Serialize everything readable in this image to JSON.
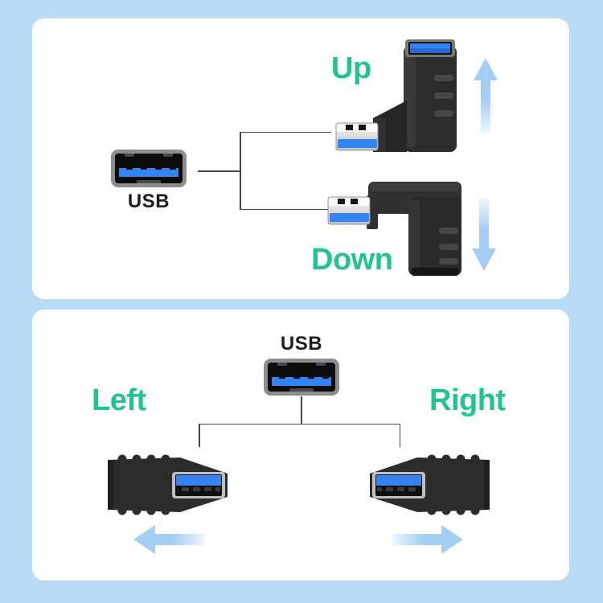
{
  "colors": {
    "page_background": "#b8dcf5",
    "panel_background": "#ffffff",
    "label_green": "#21c392",
    "arrow_blue": "#a3cdf2",
    "arrow_blue_fade": "#edf6fd",
    "usb_blue": "#3584f4",
    "adapter_dark": "#2c2c2c",
    "connector_line": "#454545",
    "text_dark": "#1d1d1f"
  },
  "top_panel": {
    "source_port": {
      "label": "USB",
      "icon": "usb-a-female-port-icon"
    },
    "branches": [
      {
        "label": "Up",
        "adapter_icon": "usb-90-degree-up-adapter-photo",
        "arrow_icon": "arrow-up-icon"
      },
      {
        "label": "Down",
        "adapter_icon": "usb-90-degree-down-adapter-photo",
        "arrow_icon": "arrow-down-icon"
      }
    ]
  },
  "bottom_panel": {
    "source_port": {
      "label": "USB",
      "icon": "usb-a-female-port-icon"
    },
    "branches": [
      {
        "label": "Left",
        "adapter_icon": "usb-left-coupler-adapter-photo",
        "arrow_icon": "arrow-left-icon"
      },
      {
        "label": "Right",
        "adapter_icon": "usb-right-coupler-adapter-photo",
        "arrow_icon": "arrow-right-icon"
      }
    ]
  }
}
